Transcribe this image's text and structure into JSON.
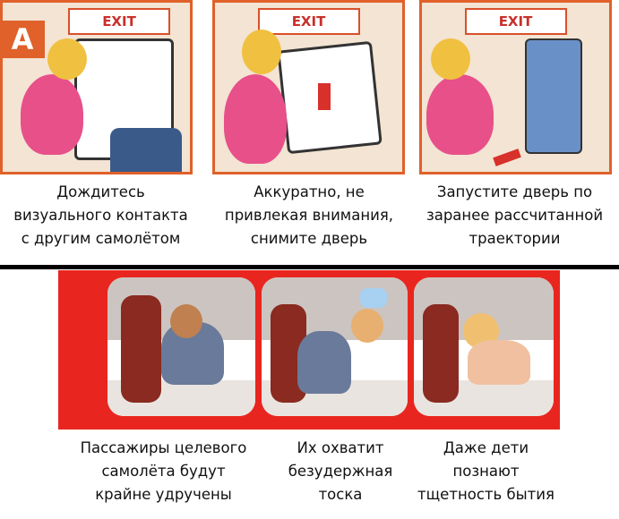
{
  "top_panels": [
    {
      "label": "A",
      "sign": "EXIT",
      "caption": [
        "Дождитесь",
        "визуального контакта",
        "с другим самолётом"
      ]
    },
    {
      "sign": "EXIT",
      "caption": [
        "Аккуратно, не",
        "привлекая внимания,",
        "снимите дверь"
      ]
    },
    {
      "sign": "EXIT",
      "caption": [
        "Запустите дверь по",
        "заранее рассчитанной",
        "траектории"
      ]
    }
  ],
  "bottom_panels": [
    {
      "caption": [
        "Пассажиры целевого",
        "самолёта будут",
        "крайне удручены"
      ]
    },
    {
      "caption": [
        "Их охватит",
        "безудержная",
        "тоска"
      ]
    },
    {
      "caption": [
        "Даже дети",
        "познают",
        "тщетность бытия"
      ]
    }
  ],
  "colors": {
    "accent": "#e0612a",
    "band": "#e8261f"
  }
}
